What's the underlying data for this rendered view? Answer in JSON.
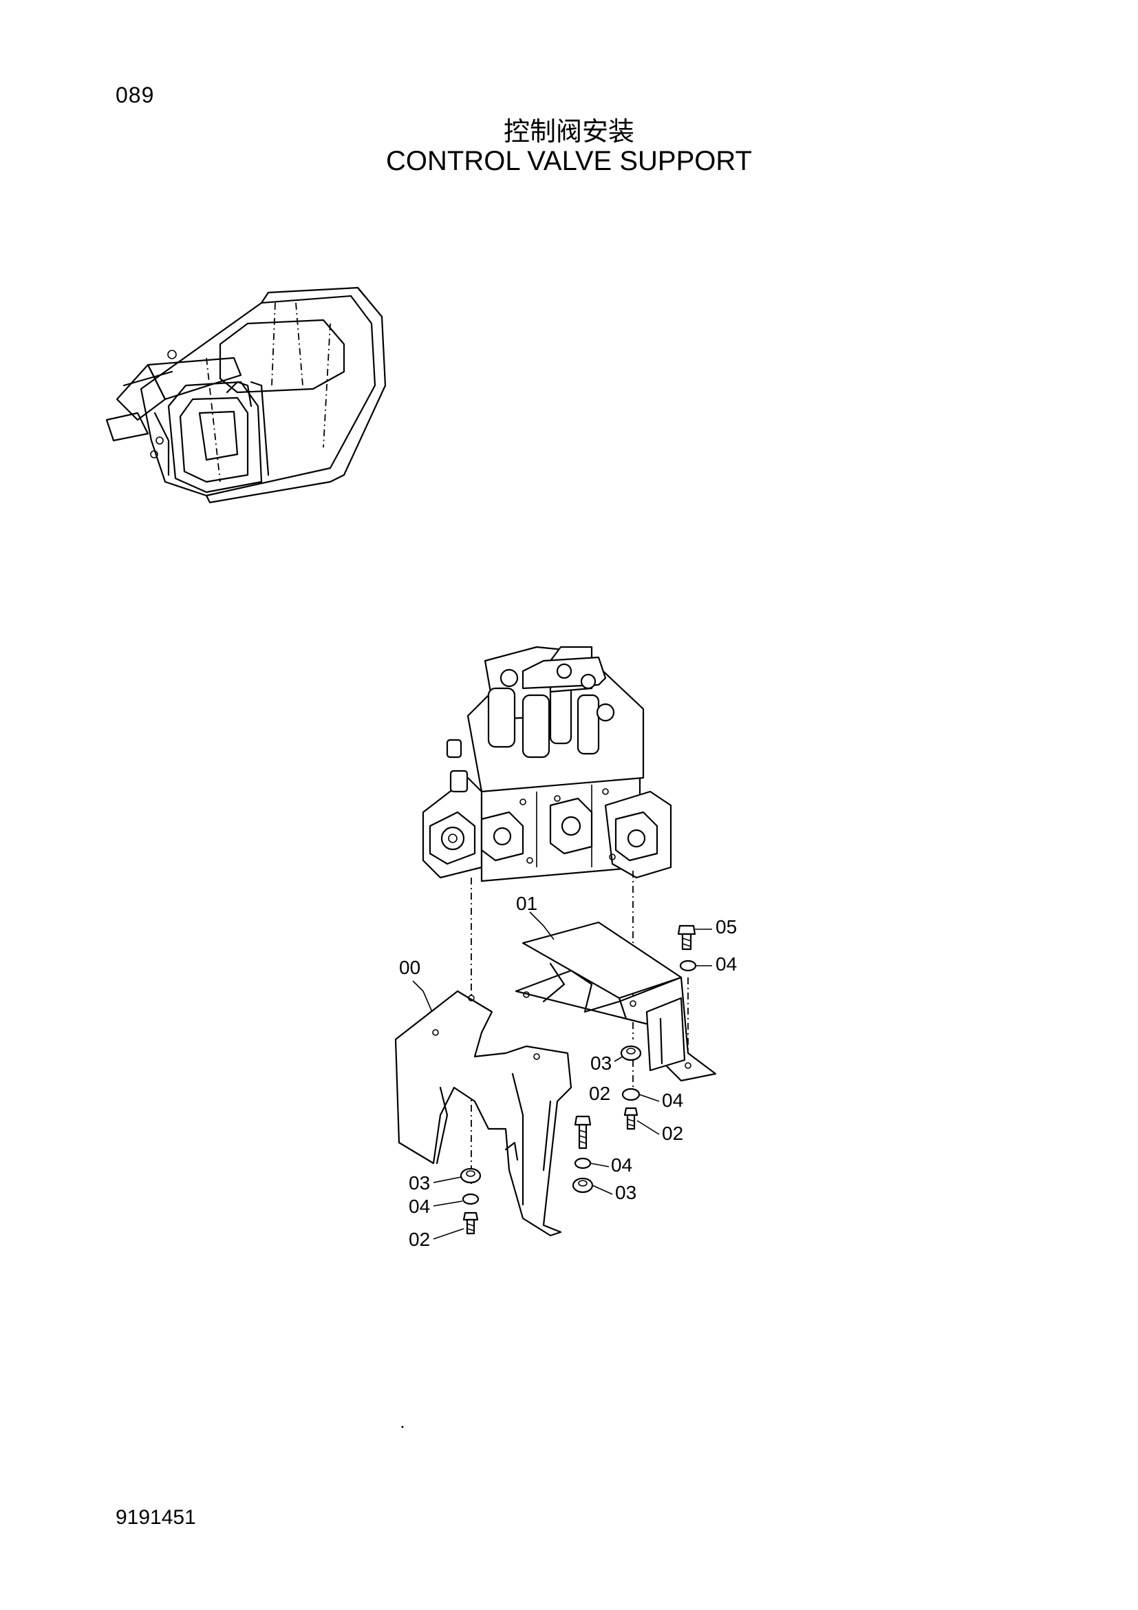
{
  "page": {
    "page_number": "089",
    "title_cn": "控制阀安装",
    "title_en": "CONTROL VALVE SUPPORT",
    "doc_number": "9191451"
  },
  "callouts": {
    "c00": "00",
    "c01": "01",
    "c05": "05",
    "c04a": "04",
    "c03a": "03",
    "c04b": "04",
    "c02a": "02",
    "c02b": "02",
    "c04c": "04",
    "c03b": "03",
    "c03c": "03",
    "c04d": "04",
    "c02c": "02"
  }
}
